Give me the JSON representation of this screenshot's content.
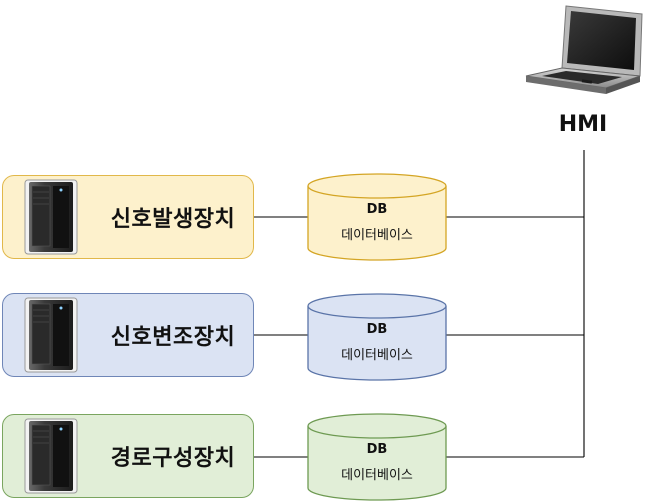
{
  "hmi": {
    "label": "HMI",
    "icon": "laptop-console-icon"
  },
  "devices": [
    {
      "label": "신호발생장치",
      "fill": "#fdf1cc",
      "border": "#e1b84a"
    },
    {
      "label": "신호변조장치",
      "fill": "#dbe3f3",
      "border": "#6f86b7"
    },
    {
      "label": "경로구성장치",
      "fill": "#e1eed7",
      "border": "#7aa55f"
    }
  ],
  "databases": [
    {
      "line1": "DB",
      "line2": "데이터베이스",
      "fill": "#fdf1cc",
      "stroke": "#d4a524"
    },
    {
      "line1": "DB",
      "line2": "데이터베이스",
      "fill": "#dbe3f3",
      "stroke": "#5a74a8"
    },
    {
      "line1": "DB",
      "line2": "데이터베이스",
      "fill": "#e1eed7",
      "stroke": "#6e9a52"
    }
  ],
  "server_icon": "tower-server-icon",
  "wire_color": "#000000"
}
